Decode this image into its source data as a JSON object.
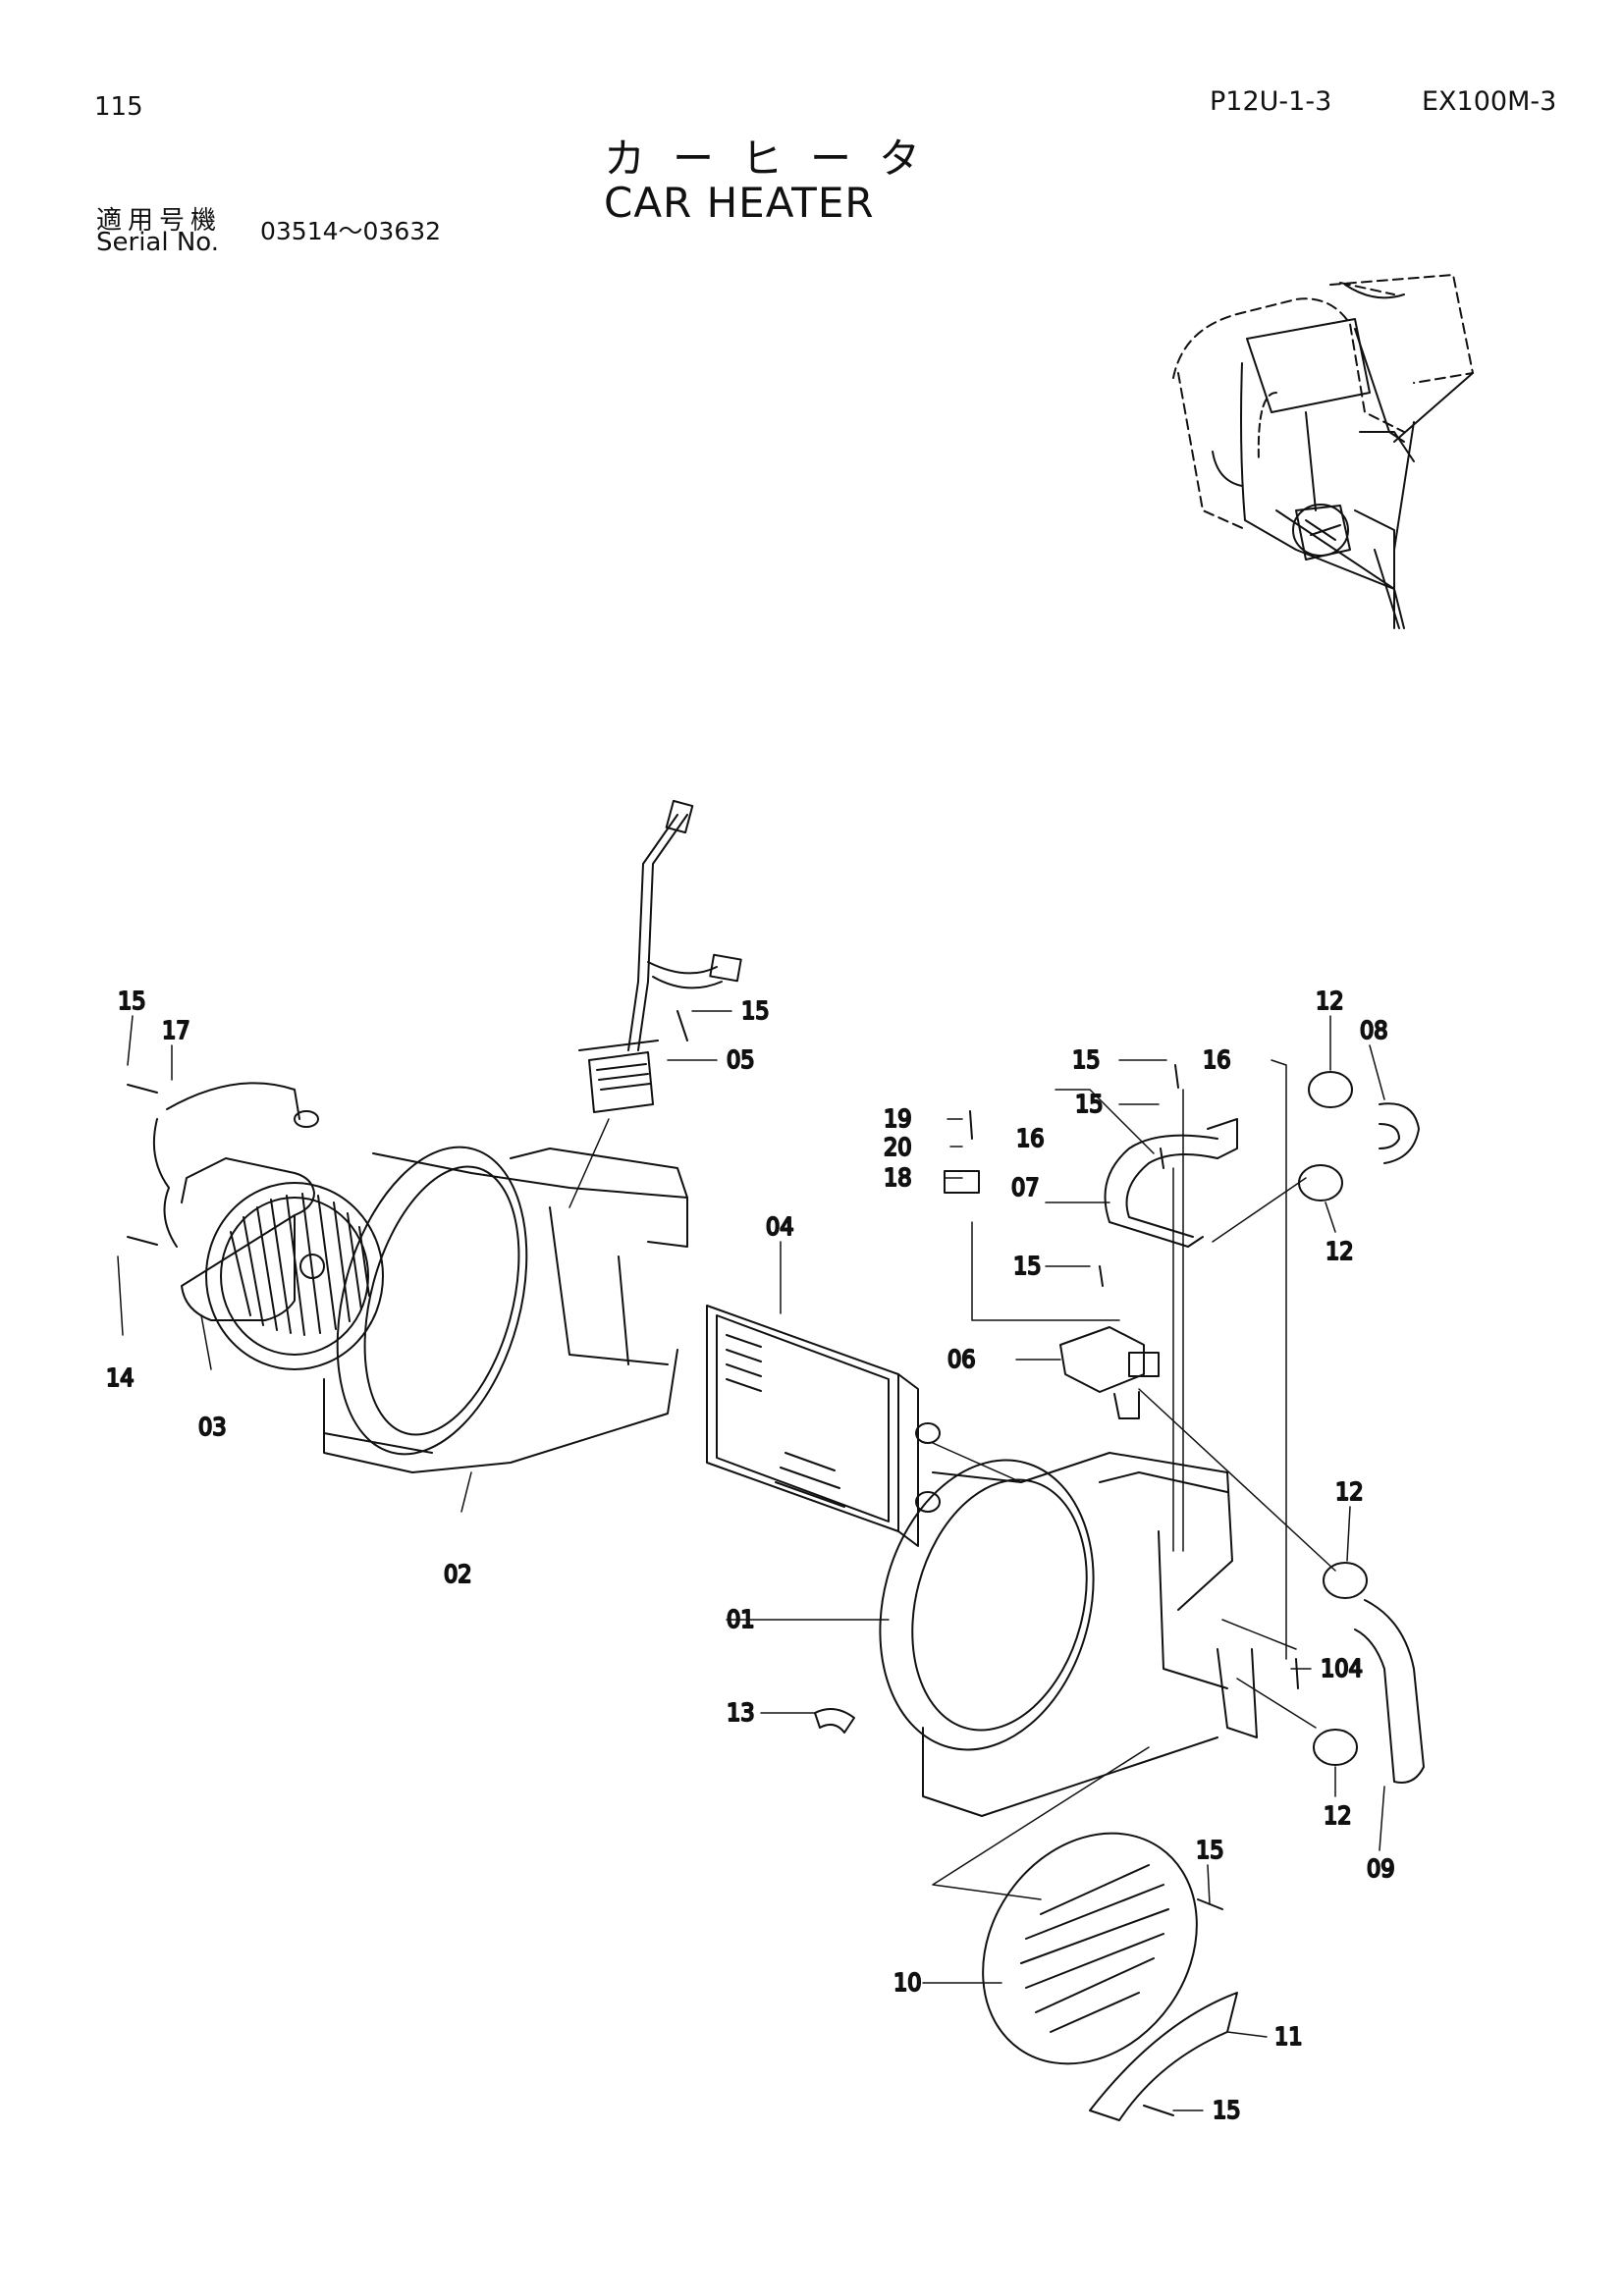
{
  "header": {
    "page_number": "115",
    "ref_code": "P12U-1-3",
    "model": "EX100M-3",
    "title_jp": "カーヒータ",
    "title_en": "CAR HEATER",
    "serial_label_jp": "適用号機",
    "serial_label_en": "Serial No.",
    "serial_range": "03514～03632"
  },
  "callouts": {
    "c01": "01",
    "c02": "02",
    "c03": "03",
    "c04": "04",
    "c05": "05",
    "c06": "06",
    "c07": "07",
    "c08": "08",
    "c09": "09",
    "c10": "10",
    "c11": "11",
    "c12a": "12",
    "c12b": "12",
    "c12c": "12",
    "c12d": "12",
    "c13": "13",
    "c14": "14",
    "c15a": "15",
    "c15b": "15",
    "c15c": "15",
    "c15d": "15",
    "c15e": "15",
    "c15f": "15",
    "c15g": "15",
    "c16a": "16",
    "c16b": "16",
    "c17": "17",
    "c18": "18",
    "c19": "19",
    "c20": "20",
    "c104": "104"
  }
}
